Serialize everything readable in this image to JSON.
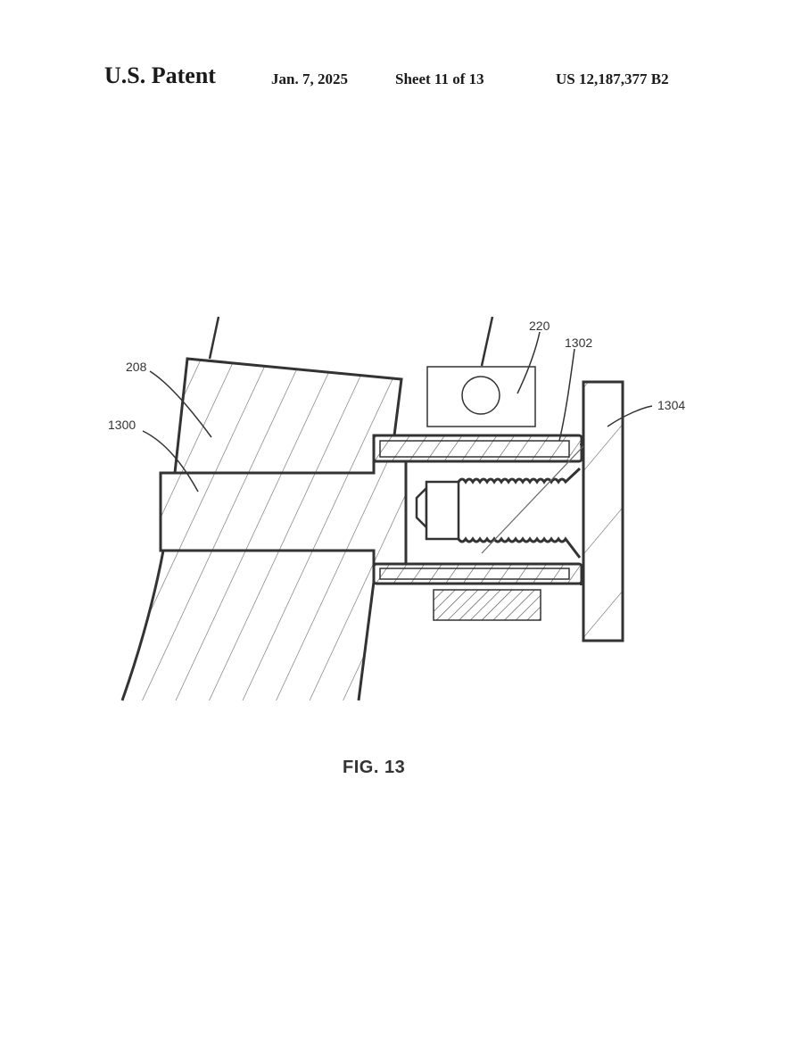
{
  "header": {
    "title": "U.S. Patent",
    "date": "Jan. 7, 2025",
    "sheet": "Sheet 11 of 13",
    "patent_number": "US 12,187,377 B2"
  },
  "figure": {
    "caption": "FIG. 13",
    "reference_labels": {
      "label_208": "208",
      "label_1300": "1300",
      "label_220": "220",
      "label_1302": "1302",
      "label_1304": "1304"
    }
  },
  "colors": {
    "line": "#333333",
    "hatch": "#555555",
    "background": "#ffffff"
  }
}
